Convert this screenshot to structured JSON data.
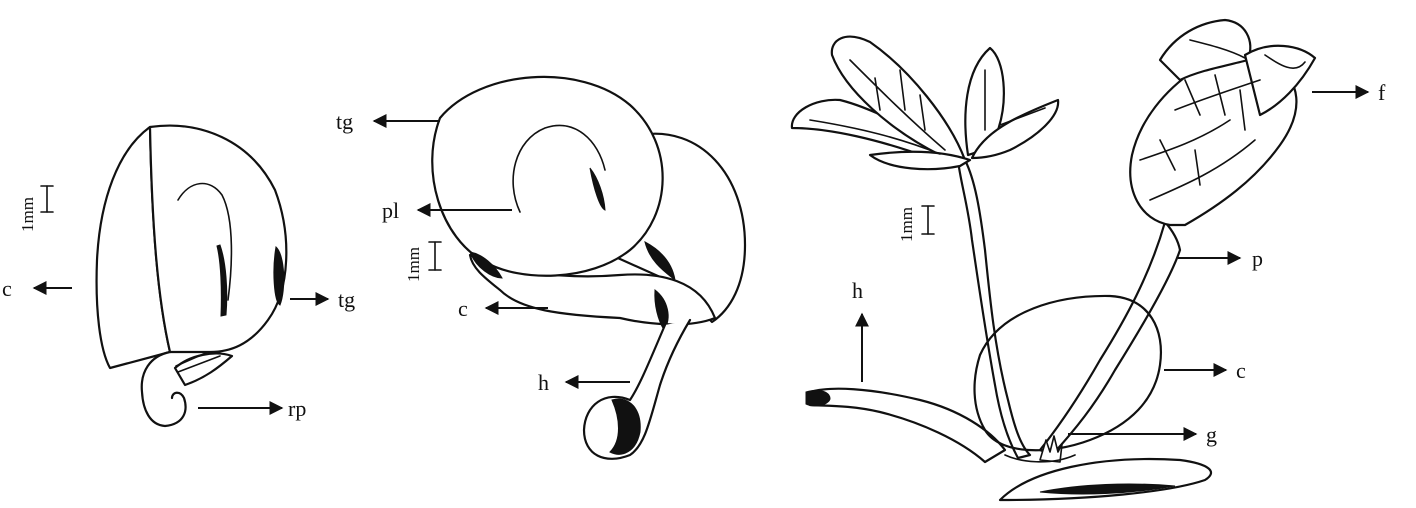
{
  "figure": {
    "panel_a": {
      "scale_bar": "1mm",
      "labels": {
        "c": "c",
        "tg": "tg",
        "rp": "rp"
      }
    },
    "panel_b": {
      "scale_bar": "1mm",
      "labels": {
        "tg": "tg",
        "pl": "pl",
        "c": "c",
        "h": "h"
      }
    },
    "panel_c": {
      "scale_bar": "1mm",
      "labels": {
        "f": "f",
        "p": "p",
        "h": "h",
        "c": "c",
        "g": "g"
      }
    }
  }
}
